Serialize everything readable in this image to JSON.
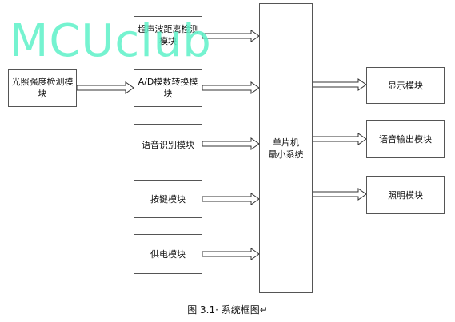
{
  "blocks": {
    "ultrasonic": "超声波距离检测模块",
    "light_sensor": "光照强度检测模块",
    "ad_converter": "A/D模数转换模块",
    "speech_recognition": "语音识别模块",
    "keys": "按键模块",
    "power": "供电模块",
    "mcu_line1": "单片机",
    "mcu_line2": "最小系统",
    "display": "显示模块",
    "voice_output": "语音输出模块",
    "lighting": "照明模块"
  },
  "watermark": "MCUclub",
  "caption": "图 3.1· 系统框图↵"
}
